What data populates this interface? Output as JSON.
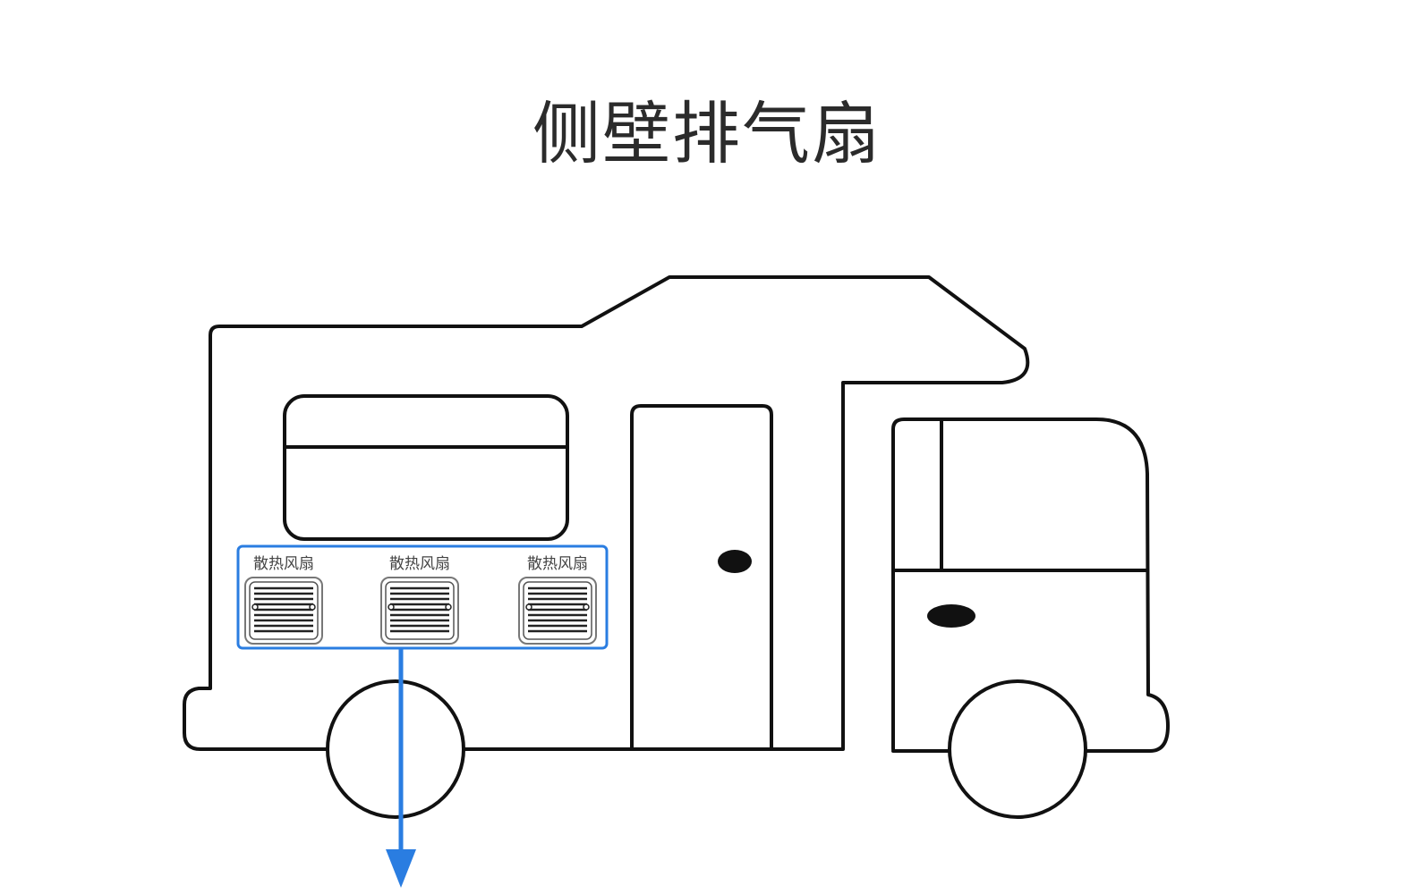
{
  "title": "侧壁排气扇",
  "fans": [
    {
      "label": "散热风扇"
    },
    {
      "label": "散热风扇"
    },
    {
      "label": "散热风扇"
    }
  ],
  "colors": {
    "outline": "#111111",
    "accent": "#2a7de1",
    "fan_frame": "#777777",
    "fan_slats": "#222222",
    "label": "#444444",
    "title": "#2b2b2b"
  },
  "icons": {
    "arrow": "arrow-down-icon"
  }
}
